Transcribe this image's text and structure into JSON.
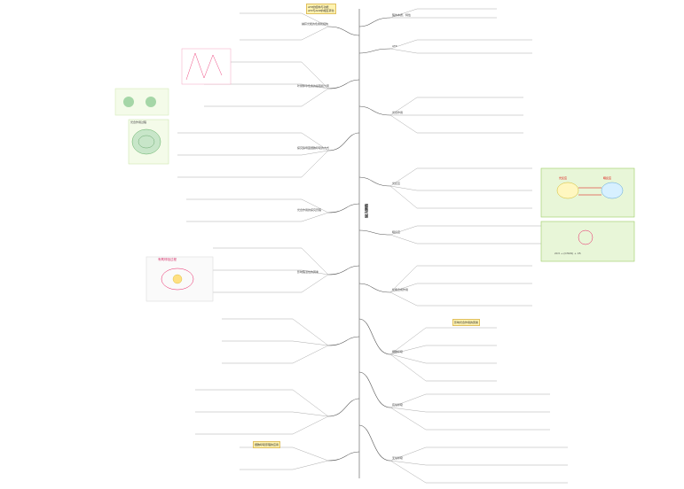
{
  "root": {
    "label": "细胞代谢"
  },
  "highlight_top": {
    "line1": "ATP的结构与功能",
    "line2": "ATP与ADP的相互转化"
  },
  "highlight_center": {
    "label": "影响光合作用的因素"
  },
  "highlight_bottom": {
    "label": "细胞呼吸原理的应用"
  },
  "right_branches": [
    {
      "label": "酶的本质、特性"
    },
    {
      "label": "ATP"
    },
    {
      "label": "光合作用"
    },
    {
      "label": "光反应"
    },
    {
      "label": "暗反应"
    },
    {
      "label": "化能合成作用"
    },
    {
      "label": "细胞呼吸"
    },
    {
      "label": "有氧呼吸"
    },
    {
      "label": "无氧呼吸"
    }
  ],
  "left_branches": [
    {
      "label": "捕获光能的色素和结构"
    },
    {
      "label": "叶绿体中色素的提取和分离"
    },
    {
      "label": "探究酵母菌细胞呼吸的方式"
    },
    {
      "label": "光合作用的探究历程"
    },
    {
      "label": "影响酶活性的因素"
    }
  ],
  "figures": {
    "chloroplast_cycle": {
      "title": "光合作用过程"
    },
    "photosynthesis_diagram": {
      "line1": "光反应",
      "line2": "暗反应",
      "caption": "2C3 → (CH2O) + C5"
    },
    "respiration_cycle": {
      "title": "有氧呼吸过程"
    }
  },
  "colors": {
    "accent": "#f7c948",
    "branch_line": "#555555",
    "green_box": "#e8f6d8",
    "pink_text": "#d6336c"
  }
}
